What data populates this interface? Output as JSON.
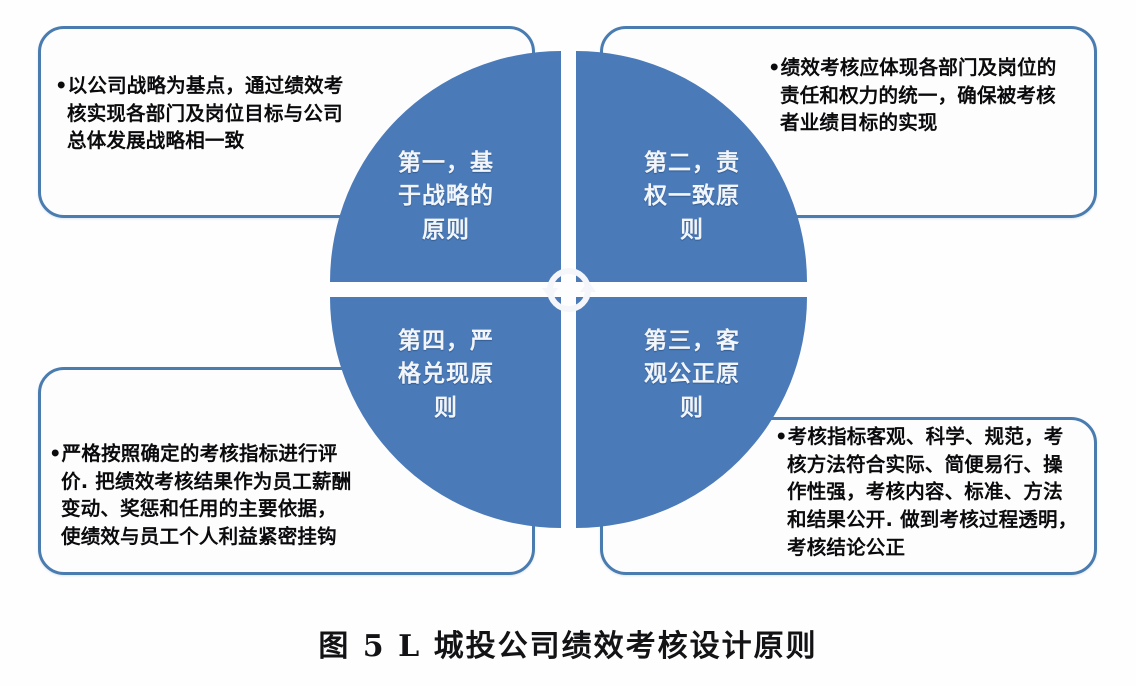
{
  "figure": {
    "caption": "图 5 L 城投公司绩效考核设计原则",
    "accent_color": "#4a7ab8",
    "border_color": "#4a7cb0",
    "quadrant_text_color": "#f2f5fa",
    "center_icon": "cycle-arrows-icon"
  },
  "wheel": {
    "quadrants": [
      {
        "position": "top-left",
        "label": "第一，基\n于战略的\n原则",
        "order": "第一"
      },
      {
        "position": "top-right",
        "label": "第二，责\n权一致原\n则",
        "order": "第二"
      },
      {
        "position": "bottom-right",
        "label": "第三，客\n观公正原\n则",
        "order": "第三"
      },
      {
        "position": "bottom-left",
        "label": "第四，严\n格兑现原\n则",
        "order": "第四"
      }
    ]
  },
  "callouts": [
    {
      "position": "top-left",
      "bullet": "•",
      "text": "以公司战略为基点，通过绩效考\n核实现各部门及岗位目标与公司\n总体发展战略相一致"
    },
    {
      "position": "top-right",
      "bullet": "•",
      "text": "绩效考核应体现各部门及岗位的\n责任和权力的统一，确保被考核\n者业绩目标的实现"
    },
    {
      "position": "bottom-left",
      "bullet": "•",
      "text": "严格按照确定的考核指标进行评\n价. 把绩效考核结果作为员工薪酬\n变动、奖惩和任用的主要依据，\n使绩效与员工个人利益紧密挂钩"
    },
    {
      "position": "bottom-right",
      "bullet": "•",
      "text": "考核指标客观、科学、规范，考\n核方法符合实际、简便易行、操\n作性强，考核内容、标准、方法\n和结果公开. 做到考核过程透明，\n考核结论公正"
    }
  ]
}
